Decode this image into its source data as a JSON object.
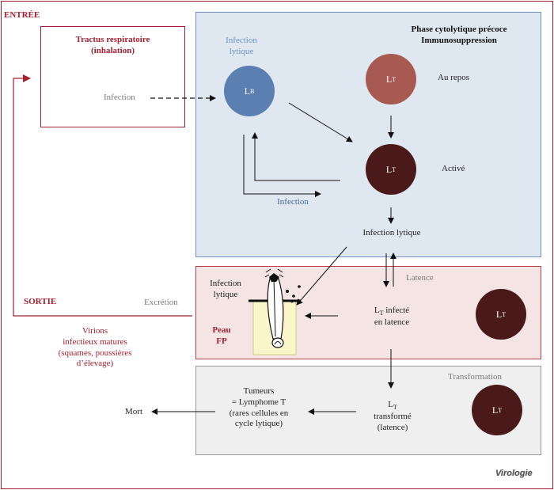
{
  "entree": "ENTRÉE",
  "sortie": "SORTIE",
  "tractus": "Tractus respiratoire\n(inhalation)",
  "infection_entry": "Infection",
  "infection_lytique_top": "Infection\nlytique",
  "phase_title": "Phase cytolytique précoce\nImmunosuppression",
  "au_repos": "Au repos",
  "active": "Activé",
  "infection_loop": "Infection",
  "infection_lytique_mid": "Infection lytique",
  "lb_base": "L",
  "lb_sub": "B",
  "lt_base": "L",
  "lt_sub": "T",
  "latence": "Latence",
  "infection_lytique_skin": "Infection\nlytique",
  "peau_fp": "Peau\nFP",
  "lt_infecte": "L",
  "lt_infecte_sub": "T",
  "lt_infecte_rest": " infecté\nen latence",
  "excretion": "Excrétion",
  "virions": "Virions\ninfectieux matures\n(squames, poussières\nd’élevage)",
  "transformation": "Transformation",
  "lt_transforme_rest": "transformé\n(latence)",
  "tumeurs": "Tumeurs\n= Lymphome T\n(rares cellules en\ncycle lytique)",
  "mort": "Mort",
  "logo": "Virologie",
  "colors": {
    "accent": "#a31f2e",
    "lb": "#5a7fb0",
    "lt_rest": "#a85a52",
    "lt_active": "#4a1a1a",
    "blue_panel": "#dfe7f1",
    "pink_panel": "#f4e4e4",
    "grey_panel": "#efefef"
  }
}
